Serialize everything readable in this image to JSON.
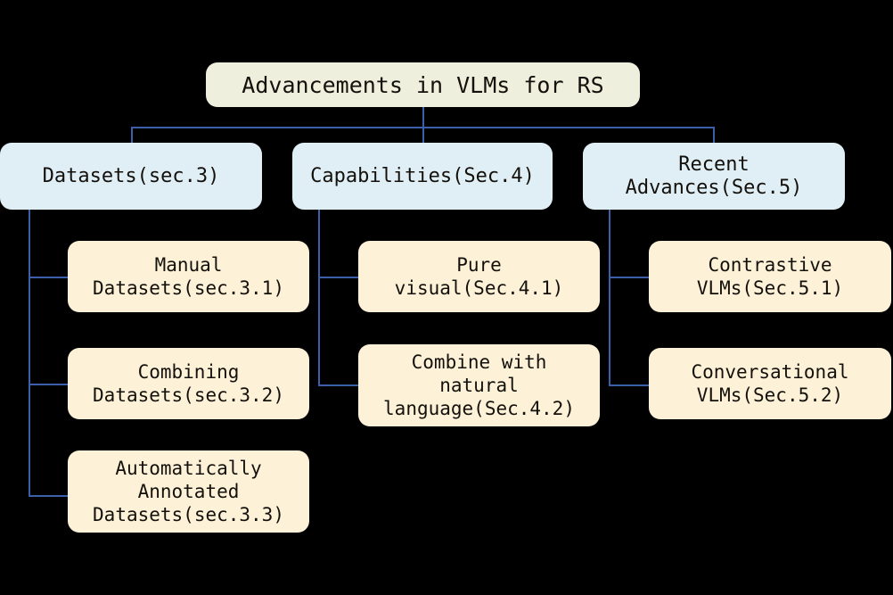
{
  "diagram": {
    "title": "Advancements in VLMs for RS",
    "type": "tree",
    "background_color": "#000000",
    "edge_color": "#3c5fa9",
    "colors": {
      "root_fill": "#eef0dd",
      "level2_fill": "#e0eff6",
      "leaf_fill": "#fdf2d8",
      "text": "#14110c"
    },
    "root": {
      "label": "Advancements in VLMs for RS"
    },
    "branches": [
      {
        "label": "Datasets(sec.3)",
        "children": [
          {
            "label": "Manual\nDatasets(sec.3.1)"
          },
          {
            "label": "Combining\nDatasets(sec.3.2)"
          },
          {
            "label": "Automatically\nAnnotated\nDatasets(sec.3.3)"
          }
        ]
      },
      {
        "label": "Capabilities(Sec.4)",
        "children": [
          {
            "label": "Pure\nvisual(Sec.4.1)"
          },
          {
            "label": "Combine with\nnatural\nlanguage(Sec.4.2)"
          }
        ]
      },
      {
        "label": "Recent\nAdvances(Sec.5)",
        "children": [
          {
            "label": "Contrastive\nVLMs(Sec.5.1)"
          },
          {
            "label": "Conversational\nVLMs(Sec.5.2)"
          }
        ]
      }
    ]
  }
}
